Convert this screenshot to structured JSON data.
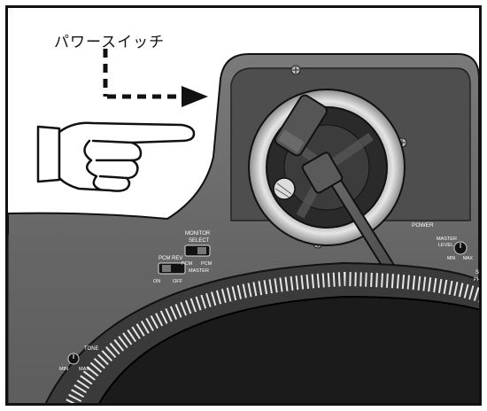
{
  "callout": {
    "text": "パワースイッチ"
  },
  "panel_labels": {
    "pcm_rev": "PCM REV",
    "on": "ON",
    "off": "OFF",
    "monitor": "MONITOR",
    "select": "SELECT",
    "pcm_left": "PCM",
    "pcm_right": "PCM",
    "master": "MASTER",
    "power": "POWER",
    "master_level_1": "MASTER",
    "master_level_2": "LEVEL",
    "min": "MIN",
    "max": "MAX",
    "tone": "TONE",
    "tone_min": "MIN",
    "tone_max": "MAX",
    "edge_1": "S",
    "edge_2": "PH"
  },
  "colors": {
    "panel": "#6e6e6e",
    "panel_dark": "#3a3a3a",
    "platter": "#1a1a1a",
    "chrome": "#c8c8c8",
    "tonearm": "#4a4a4a"
  },
  "icons": {
    "hand": "pointing-hand-icon",
    "arrow": "dashed-arrow-icon"
  }
}
